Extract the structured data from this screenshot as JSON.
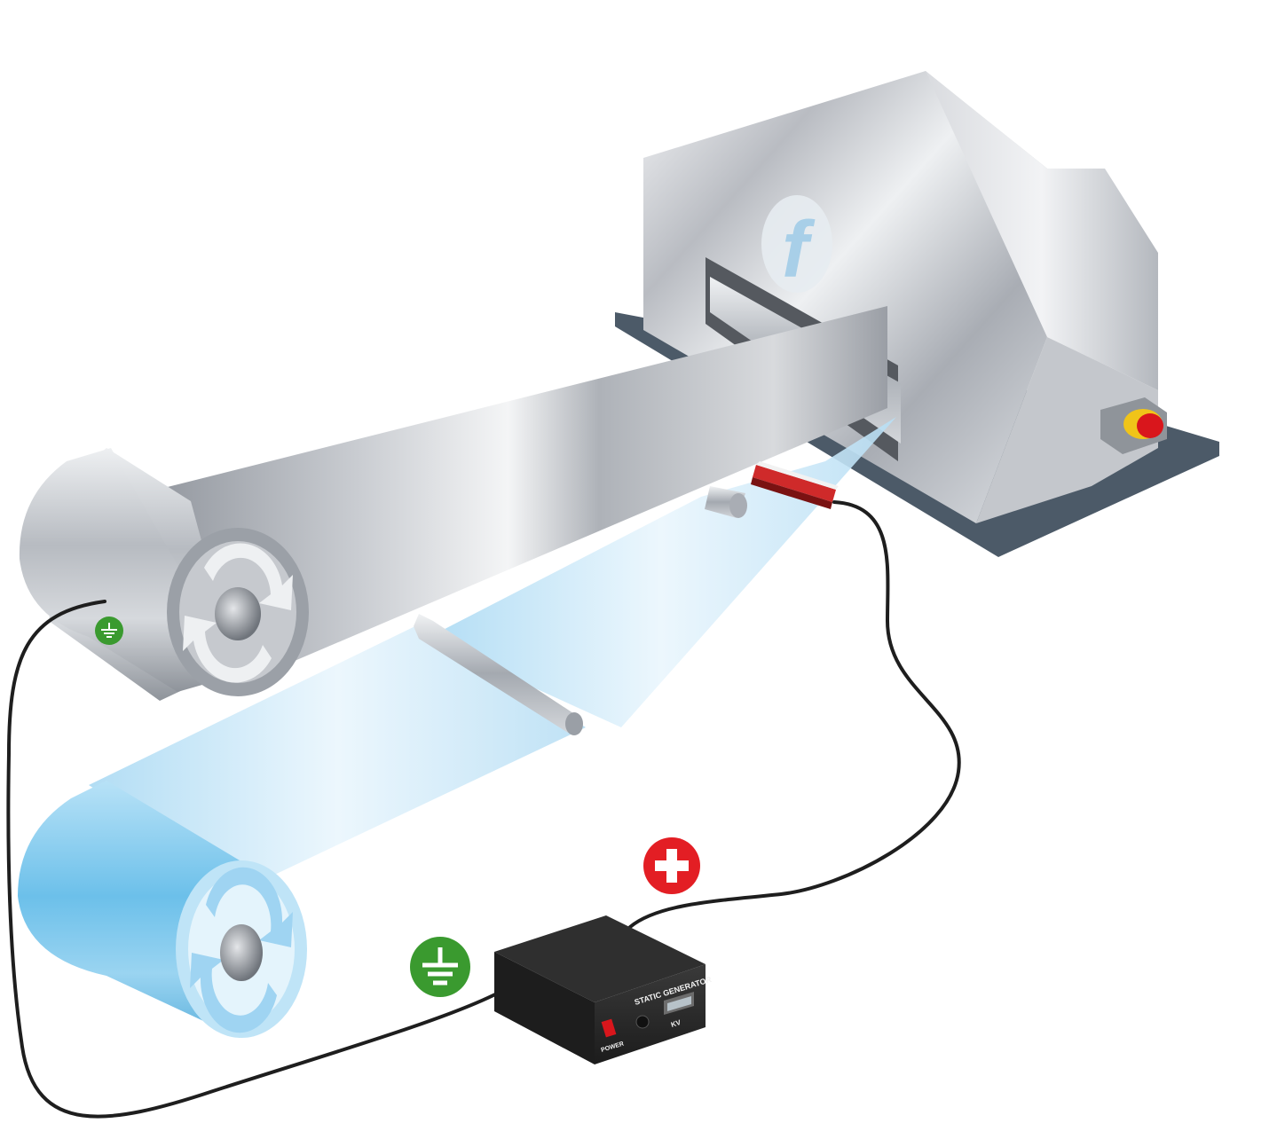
{
  "generator": {
    "brand": "",
    "title": "STATIC GENERATOR",
    "power_label": "POWER",
    "unit_label": "KV",
    "knob_caption": ""
  },
  "symbols": {
    "positive": "plus-circle-icon",
    "ground": "ground-circle-icon"
  },
  "colors": {
    "plus_red": "#e31e24",
    "ground_green": "#3a9a2f",
    "machine_base": "#4c5a68",
    "film_blue": "#9fd4f2",
    "estop_red": "#d9161c",
    "estop_yellow": "#f0c419",
    "housing_black": "#2b2b2b"
  },
  "logo": {
    "letter": "f"
  }
}
